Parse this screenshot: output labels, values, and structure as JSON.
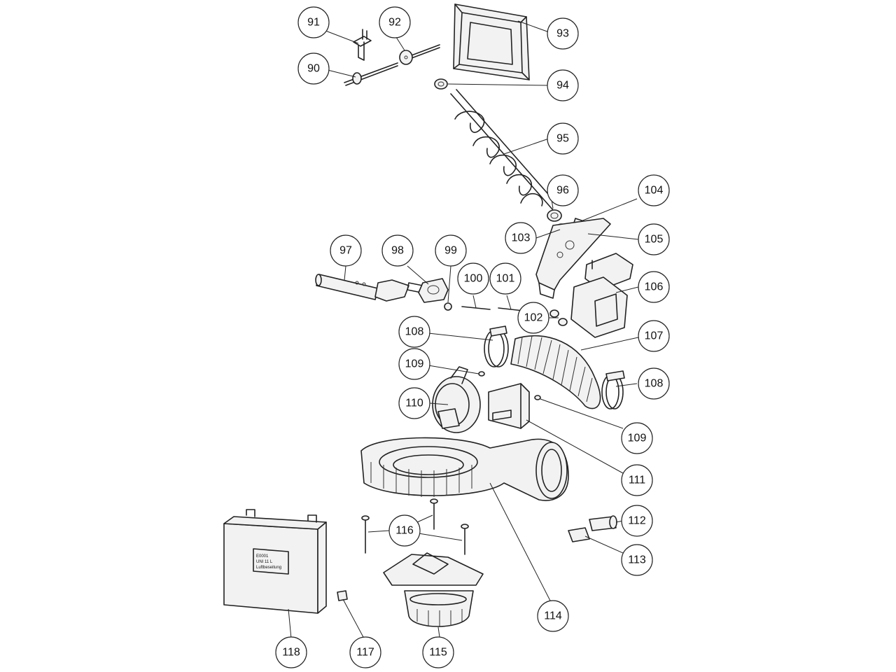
{
  "callouts": [
    {
      "id": "c90",
      "label": "90"
    },
    {
      "id": "c91",
      "label": "91"
    },
    {
      "id": "c92",
      "label": "92"
    },
    {
      "id": "c93",
      "label": "93"
    },
    {
      "id": "c94",
      "label": "94"
    },
    {
      "id": "c95",
      "label": "95"
    },
    {
      "id": "c96",
      "label": "96"
    },
    {
      "id": "c97",
      "label": "97"
    },
    {
      "id": "c98",
      "label": "98"
    },
    {
      "id": "c99",
      "label": "99"
    },
    {
      "id": "c100",
      "label": "100"
    },
    {
      "id": "c101",
      "label": "101"
    },
    {
      "id": "c102",
      "label": "102"
    },
    {
      "id": "c103",
      "label": "103"
    },
    {
      "id": "c104",
      "label": "104"
    },
    {
      "id": "c105",
      "label": "105"
    },
    {
      "id": "c106",
      "label": "106"
    },
    {
      "id": "c107",
      "label": "107"
    },
    {
      "id": "c108a",
      "label": "108"
    },
    {
      "id": "c108b",
      "label": "108"
    },
    {
      "id": "c109a",
      "label": "109"
    },
    {
      "id": "c109b",
      "label": "109"
    },
    {
      "id": "c110",
      "label": "110"
    },
    {
      "id": "c111",
      "label": "111"
    },
    {
      "id": "c112",
      "label": "112"
    },
    {
      "id": "c113",
      "label": "113"
    },
    {
      "id": "c114",
      "label": "114"
    },
    {
      "id": "c115",
      "label": "115"
    },
    {
      "id": "c116",
      "label": "116"
    },
    {
      "id": "c117",
      "label": "117"
    },
    {
      "id": "c118",
      "label": "118"
    }
  ]
}
